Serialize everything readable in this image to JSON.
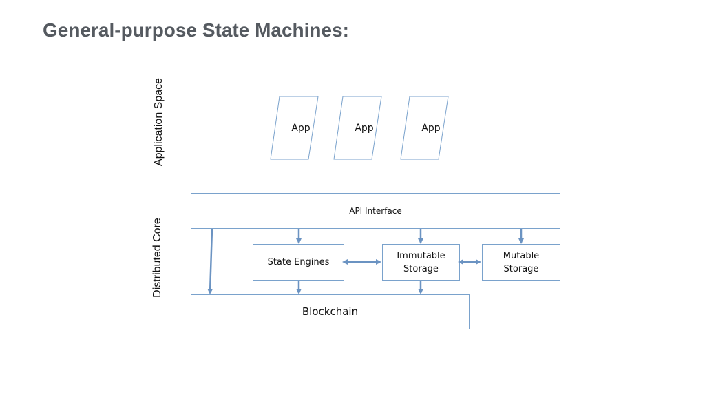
{
  "title": "General-purpose State Machines:",
  "labels": {
    "application_space": "Application Space",
    "distributed_core": "Distributed Core"
  },
  "apps": [
    "App",
    "App",
    "App"
  ],
  "boxes": {
    "api_interface": "API Interface",
    "state_engines": "State Engines",
    "immutable_storage": "Immutable\nStorage",
    "mutable_storage": "Mutable\nStorage",
    "blockchain": "Blockchain"
  },
  "colors": {
    "title": "#555a60",
    "box_border": "#7aa2cc",
    "arrow": "#6b93c2"
  }
}
